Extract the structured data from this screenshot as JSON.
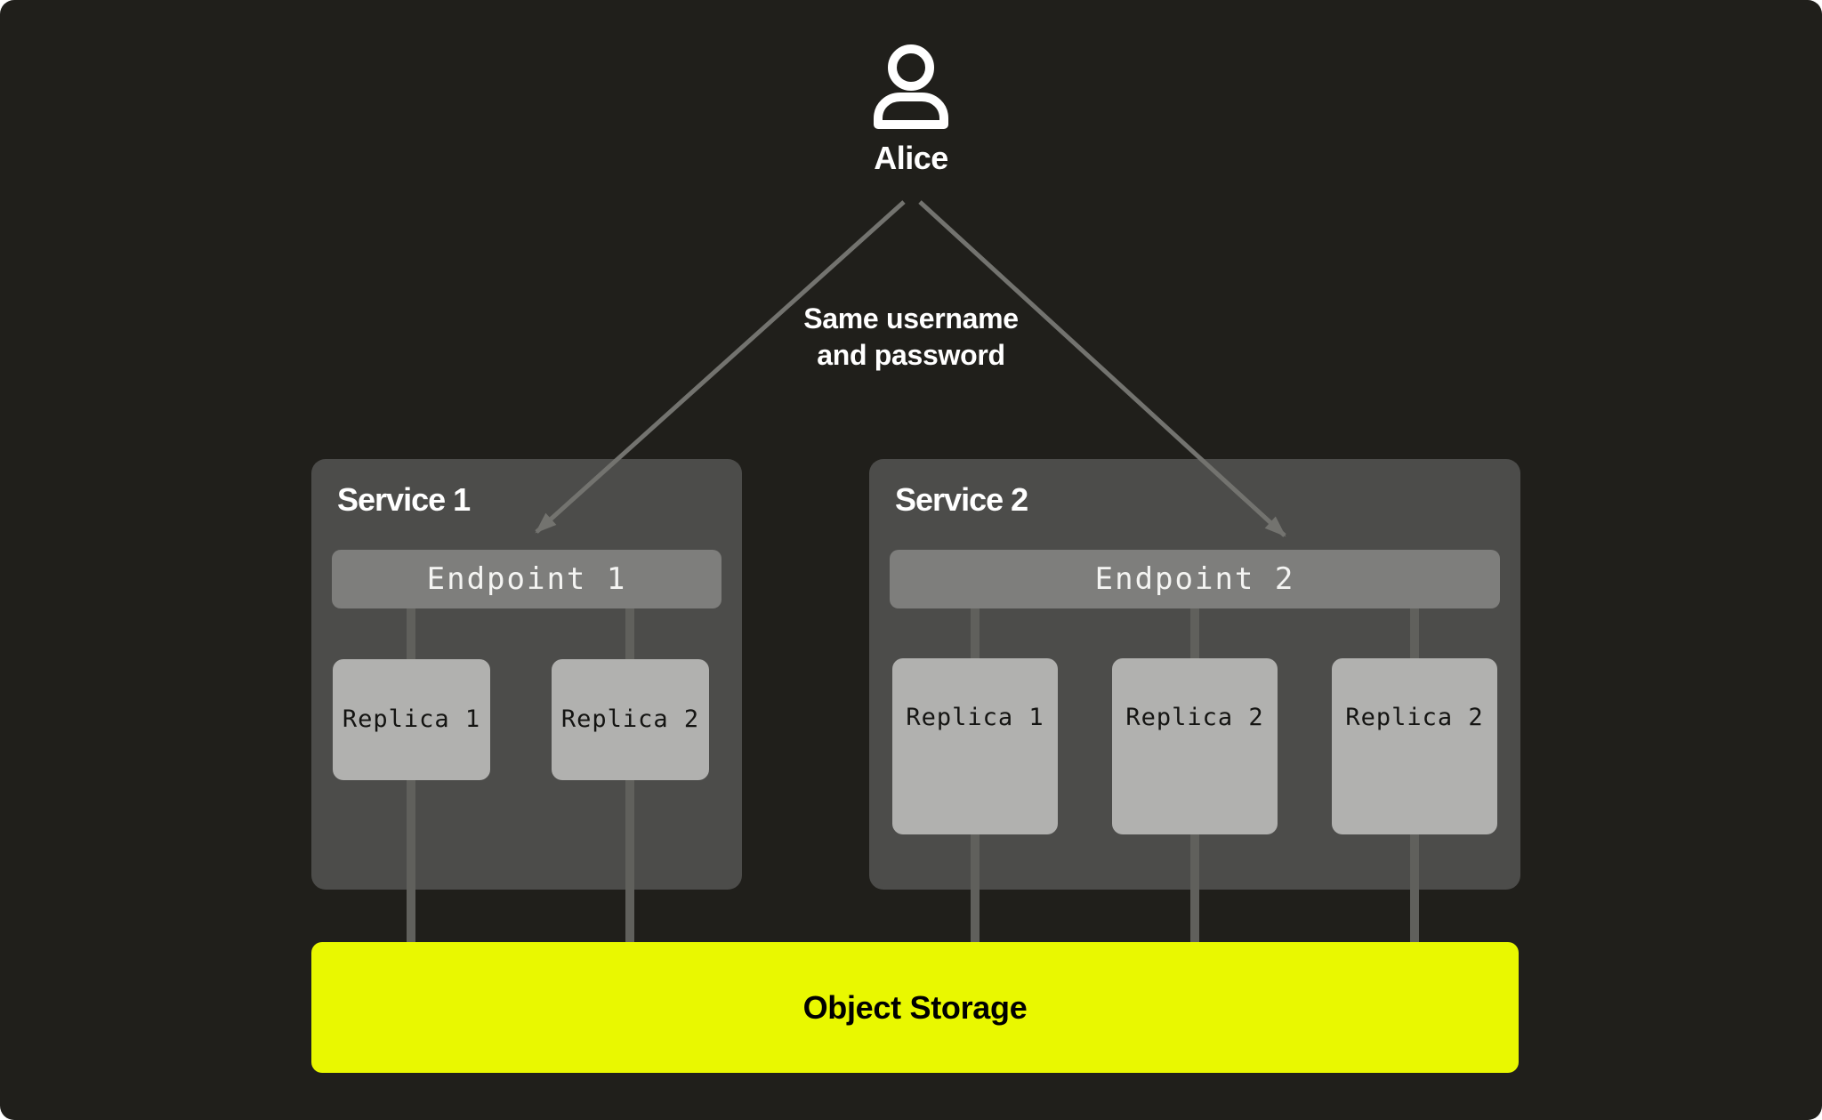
{
  "diagram": {
    "user": {
      "name": "Alice",
      "icon": "person-icon"
    },
    "annotation": {
      "line1": "Same username",
      "line2": "and password"
    },
    "services": [
      {
        "title": "Service 1",
        "endpoint": "Endpoint 1",
        "replicas": [
          "Replica 1",
          "Replica 2"
        ]
      },
      {
        "title": "Service 2",
        "endpoint": "Endpoint 2",
        "replicas": [
          "Replica 1",
          "Replica 2",
          "Replica 2"
        ]
      }
    ],
    "storage": {
      "label": "Object Storage"
    },
    "colors": {
      "background": "#201f1b",
      "service_box": "#4c4c4a",
      "endpoint_bar": "#7e7e7c",
      "replica_box": "#b1b1af",
      "connector_line": "#60605c",
      "arrow": "#73736f",
      "storage_bar": "#e9f800",
      "text_light": "#ffffff",
      "text_dark": "#141412"
    }
  }
}
